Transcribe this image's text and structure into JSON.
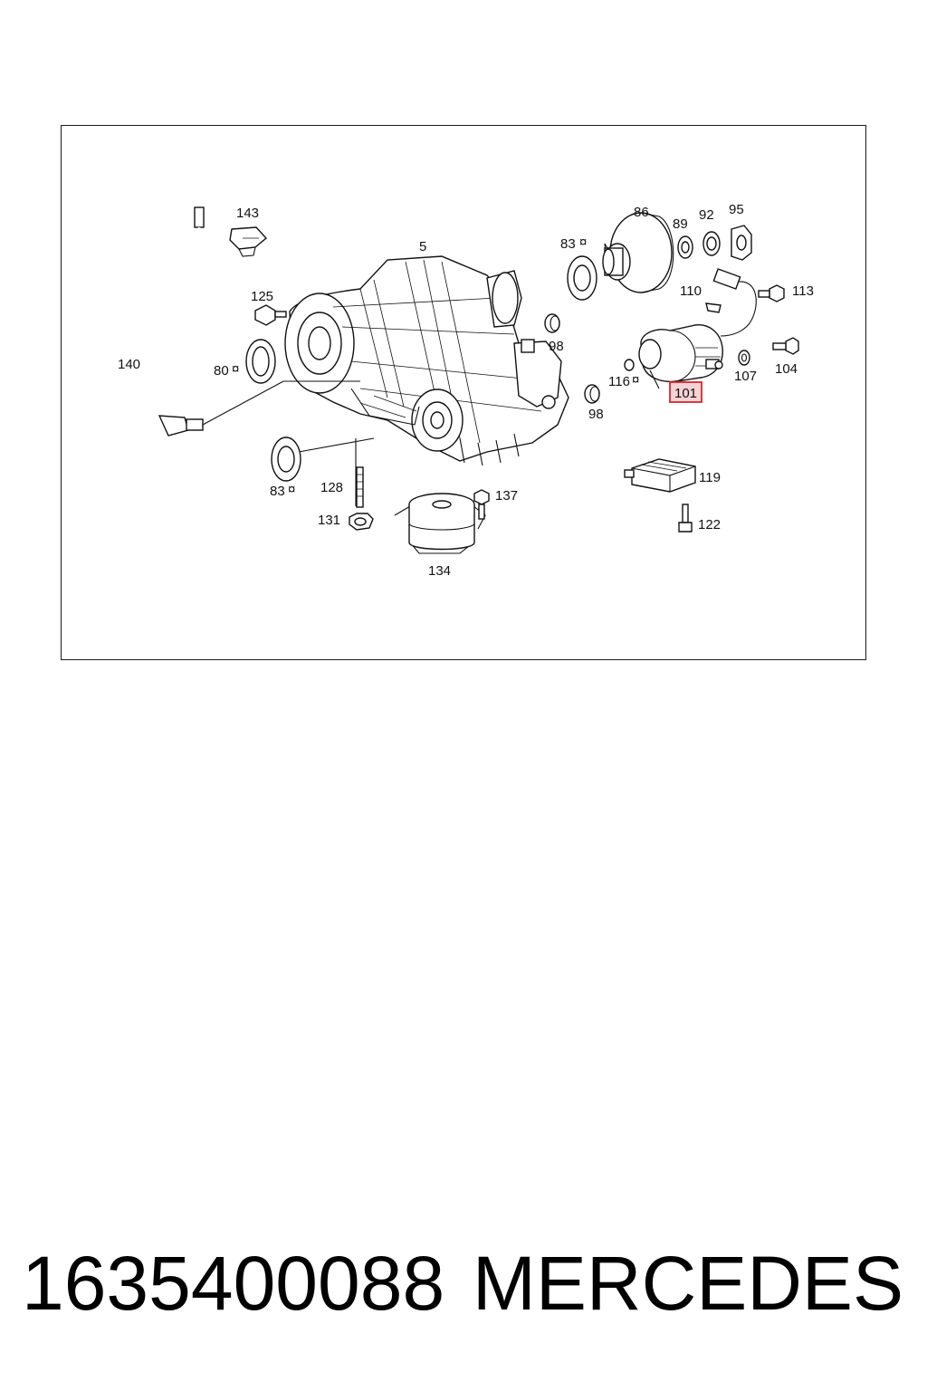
{
  "diagram": {
    "labels": {
      "p5": "5",
      "p80": "80",
      "p83a": "83",
      "p83b": "83",
      "p86": "86",
      "p89": "89",
      "p92": "92",
      "p95": "95",
      "p98a": "98",
      "p98b": "98",
      "p101": "101",
      "p104": "104",
      "p107": "107",
      "p110": "110",
      "p113": "113",
      "p116": "116",
      "p119": "119",
      "p122": "122",
      "p125": "125",
      "p128": "128",
      "p131": "131",
      "p134": "134",
      "p137": "137",
      "p140": "140",
      "p143": "143"
    },
    "highlighted_part": "101",
    "highlight_color": "#d9262c",
    "highlight_fill": "#f7d2d6"
  },
  "caption": {
    "part_number": "1635400088",
    "brand": "MERCEDES"
  }
}
